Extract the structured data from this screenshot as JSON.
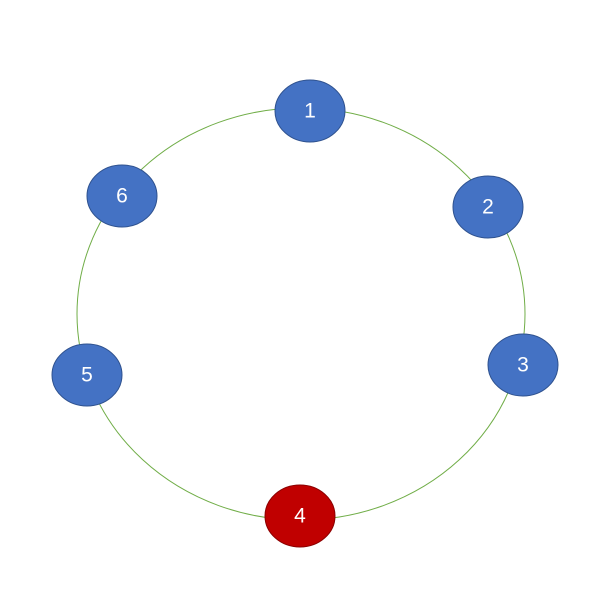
{
  "diagram": {
    "ring_color": "#70ad47",
    "node_fill": "#4472c4",
    "node_stroke": "#2f528f",
    "highlight_fill": "#c00000",
    "highlight_stroke": "#8b0000",
    "label_color": "#ffffff",
    "nodes": [
      {
        "label": "1",
        "highlighted": false
      },
      {
        "label": "2",
        "highlighted": false
      },
      {
        "label": "3",
        "highlighted": false
      },
      {
        "label": "4",
        "highlighted": true
      },
      {
        "label": "5",
        "highlighted": false
      },
      {
        "label": "6",
        "highlighted": false
      }
    ]
  }
}
